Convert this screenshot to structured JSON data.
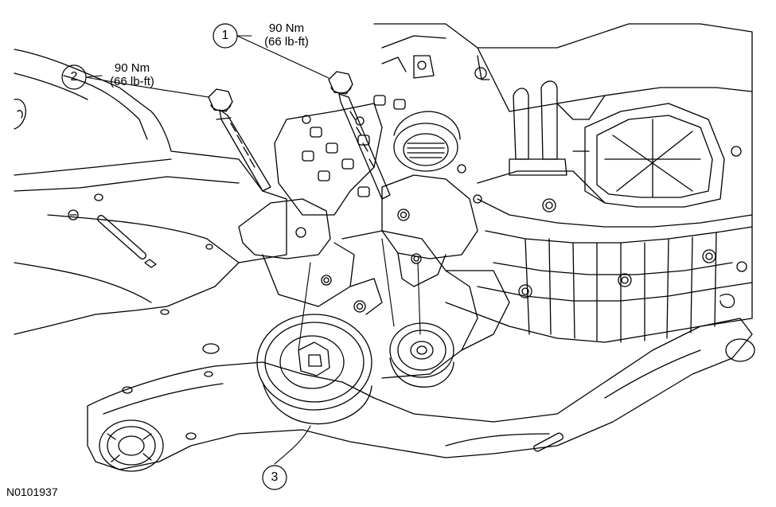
{
  "callouts": [
    {
      "number": "1",
      "torque_nm": "90 Nm",
      "torque_lbft": "(66 lb-ft)"
    },
    {
      "number": "2",
      "torque_nm": "90 Nm",
      "torque_lbft": "(66 lb-ft)"
    },
    {
      "number": "3"
    }
  ],
  "figure_id": "N0101937",
  "line_color": "#000000",
  "background_color": "#ffffff"
}
